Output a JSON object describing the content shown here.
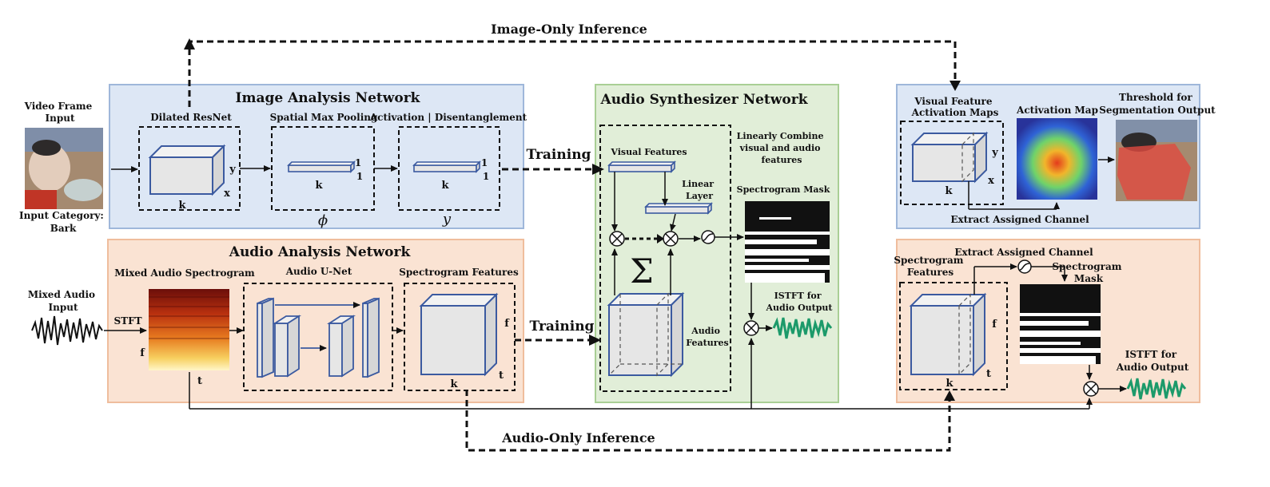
{
  "labels": {
    "image_only_inference": "Image-Only Inference",
    "audio_only_inference": "Audio-Only Inference",
    "training_1": "Training",
    "training_2": "Training",
    "video_frame_input": [
      "Video Frame",
      "Input"
    ],
    "input_category": [
      "Input Category:",
      "Bark"
    ],
    "mixed_audio_input": [
      "Mixed Audio",
      "Input"
    ],
    "stft": "STFT"
  },
  "image_net": {
    "title": "Image Analysis Network",
    "dilated_resnet": "Dilated ResNet",
    "spatial_max_pooling": "Spatial Max Pooling",
    "activation": "Activation | Disentanglement",
    "dim_k": "k",
    "dim_x": "x",
    "dim_y": "y",
    "dim_1": "1",
    "phi": "ϕ",
    "y_sym": "y"
  },
  "audio_net": {
    "title": "Audio Analysis Network",
    "mixed_spec": "Mixed Audio Spectrogram",
    "unet": "Audio U-Net",
    "spec_features": "Spectrogram Features",
    "dim_f": "f",
    "dim_t": "t",
    "dim_k": "k"
  },
  "synth_net": {
    "title": "Audio Synthesizer Network",
    "visual_features": "Visual Features",
    "linear_layer": [
      "Linear",
      "Layer"
    ],
    "linearly_combine": [
      "Linearly Combine",
      "visual and audio",
      "features"
    ],
    "spectrogram_mask": "Spectrogram Mask",
    "istft": [
      "ISTFT for",
      "Audio Output"
    ],
    "audio_features": [
      "Audio",
      "Features"
    ],
    "sum": "Σ"
  },
  "right_top": {
    "visual_activation_maps": [
      "Visual Feature",
      "Activation Maps"
    ],
    "activation_map": "Activation Map",
    "threshold": [
      "Threshold for",
      "Segmentation Output"
    ],
    "extract_channel": "Extract Assigned Channel",
    "dim_k": "k",
    "dim_x": "x",
    "dim_y": "y"
  },
  "right_bottom": {
    "spec_features": [
      "Spectrogram",
      "Features"
    ],
    "extract_channel": "Extract Assigned Channel",
    "spec_mask": [
      "Spectrogram",
      "Mask"
    ],
    "istft": [
      "ISTFT for",
      "Audio Output"
    ],
    "dim_f": "f",
    "dim_t": "t",
    "dim_k": "k"
  },
  "colors": {
    "image_panel": "#dde7f5",
    "image_border": "#9fb7da",
    "audio_panel": "#fae3d3",
    "audio_border": "#efbd9d",
    "synth_panel": "#e1eed8",
    "synth_border": "#a9cf95",
    "box_stroke": "#3b5aa0",
    "waveform": "#1c9a6a"
  }
}
